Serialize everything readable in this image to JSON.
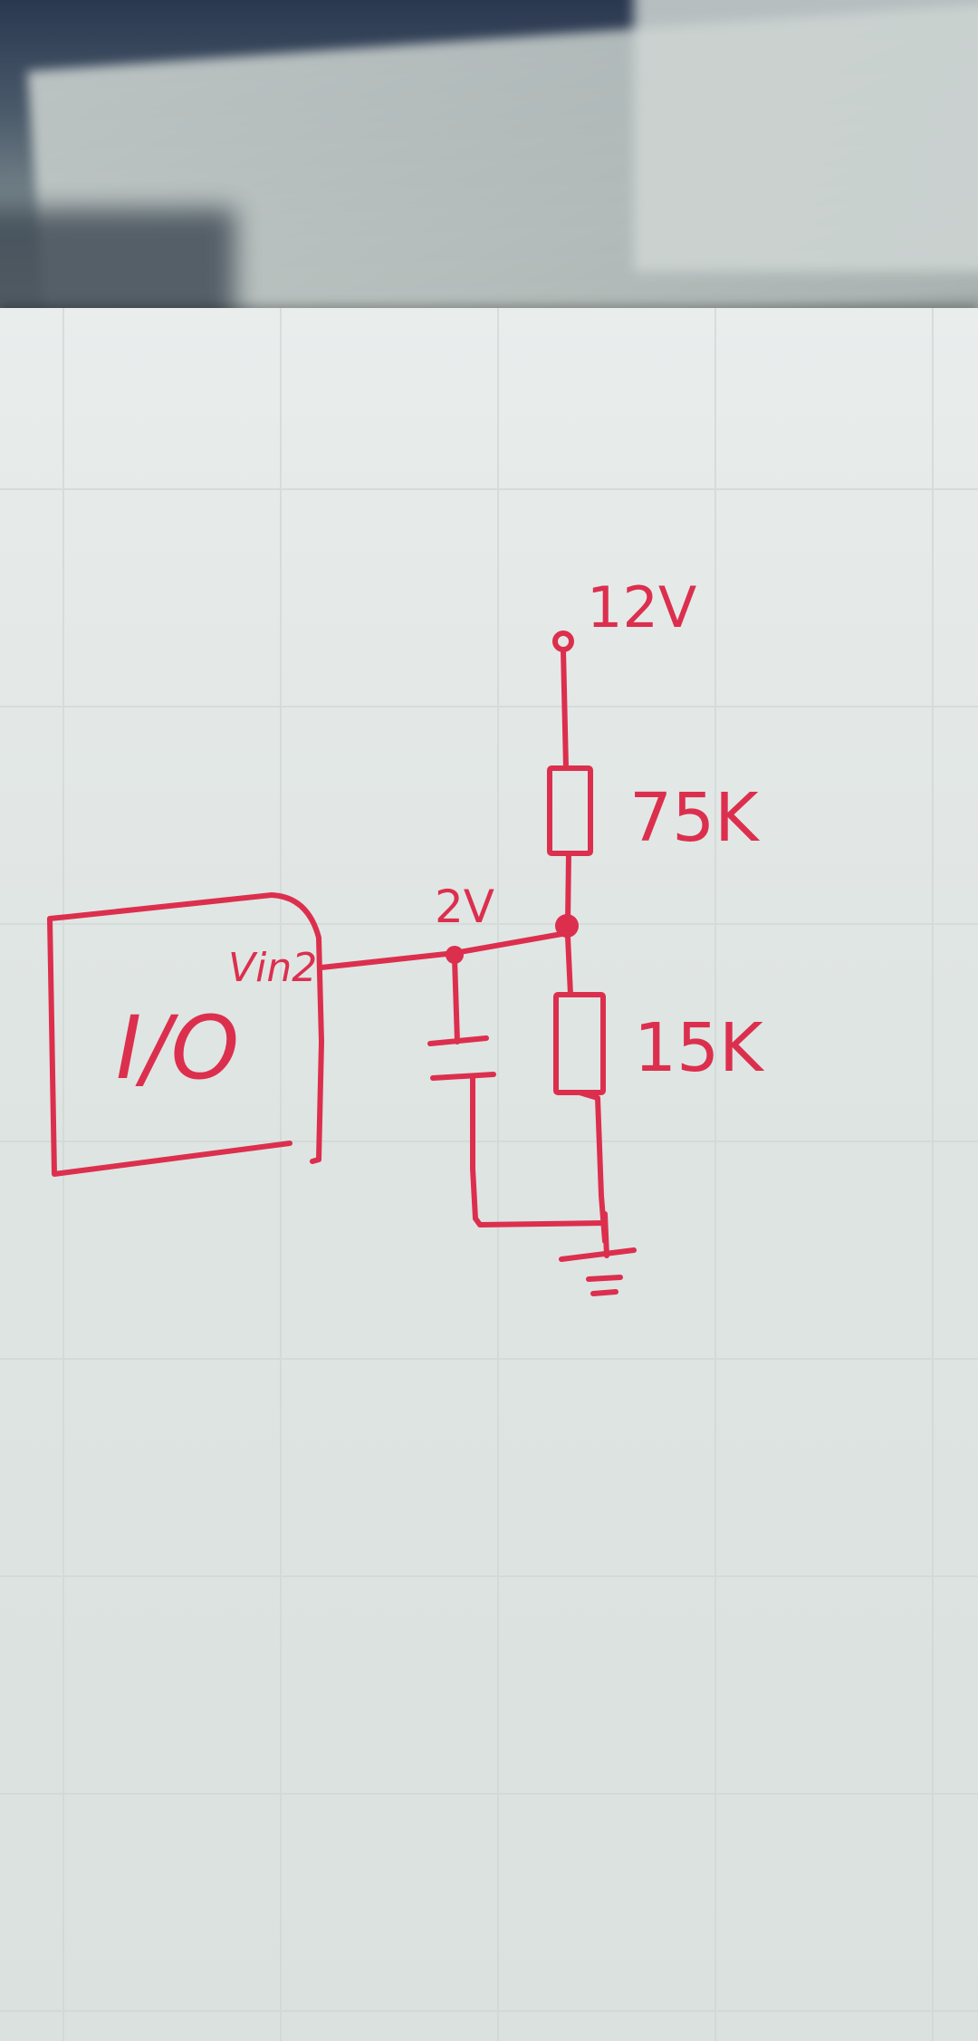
{
  "diagram": {
    "supply_label": "12V",
    "top_resistor_label": "75K",
    "bottom_resistor_label": "15K",
    "node_voltage_label": "2V",
    "io_block_label": "I/O",
    "io_pin_label": "Vin2"
  },
  "colors": {
    "ink": "#dc2f4e",
    "paper": "#e3e8e7",
    "grid": "#cfd7d5"
  }
}
